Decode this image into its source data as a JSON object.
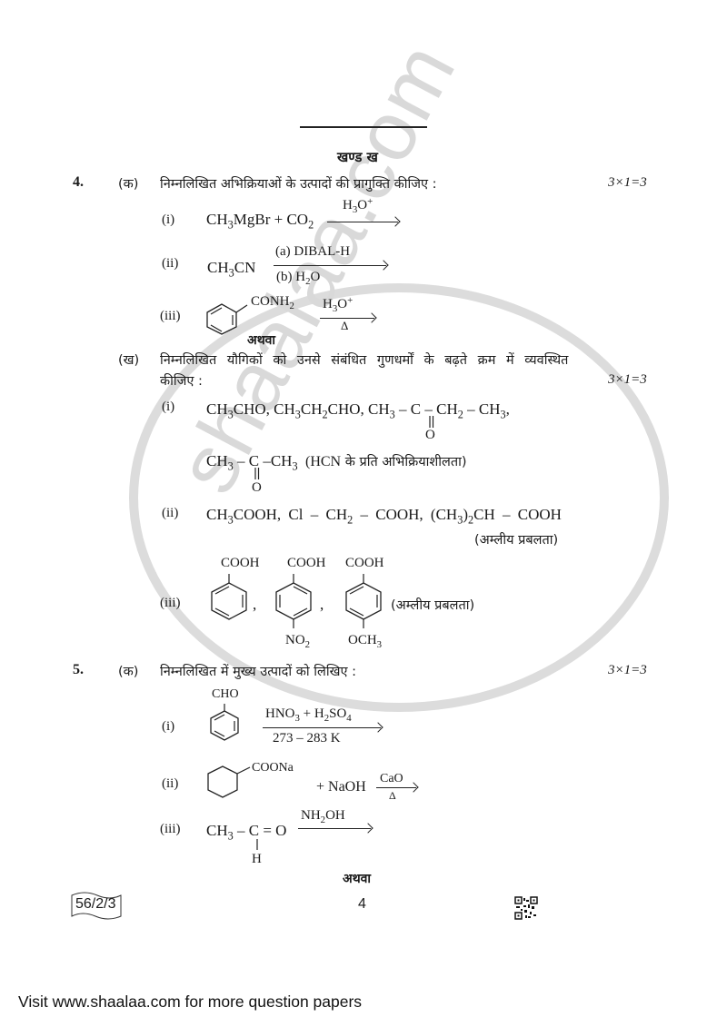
{
  "page": {
    "section_title": "खण्ड ख",
    "page_number": "4",
    "paper_code": "56/2/3",
    "footer_text": "Visit www.shaalaa.com for more question papers",
    "watermark_text": "shaalaa.com"
  },
  "questions": [
    {
      "number": "4.",
      "parts": [
        {
          "label": "(क)",
          "instruction": "निम्नलिखित अभिक्रियाओं के उत्पादों की प्रागुक्ति कीजिए :",
          "marks": "3×1=3",
          "items": [
            {
              "label": "(i)",
              "reactant": "CH3MgBr + CO2",
              "reagent_above": "H3O+",
              "reagent_below": ""
            },
            {
              "label": "(ii)",
              "reactant": "CH3CN",
              "reagent_above": "(a) DIBAL-H",
              "reagent_below": "(b) H2O"
            },
            {
              "label": "(iii)",
              "reactant": "C6H5-CONH2",
              "substituent": "CONH2",
              "reagent_above": "H3O+",
              "reagent_below": "Δ"
            }
          ]
        },
        {
          "separator": "अथवा"
        },
        {
          "label": "(ख)",
          "instruction_line1": "निम्नलिखित यौगिकों को उनसे संबंधित गुणधर्मों के बढ़ते क्रम में व्यवस्थित",
          "instruction_line2": "कीजिए :",
          "marks": "3×1=3",
          "items": [
            {
              "label": "(i)",
              "compounds": "CH3CHO, CH3CH2CHO, CH3–CO–CH2–CH3, CH3–CO–CH3",
              "property": "(HCN के प्रति अभिक्रियाशीलता)"
            },
            {
              "label": "(ii)",
              "compounds": "CH3COOH, Cl – CH2 – COOH, (CH3)2CH – COOH",
              "property": "(अम्लीय प्रबलता)"
            },
            {
              "label": "(iii)",
              "compounds": [
                "Benzoic acid (COOH)",
                "4-Nitrobenzoic acid (COOH, NO2)",
                "4-Methoxybenzoic acid (COOH, OCH3)"
              ],
              "property": "(अम्लीय प्रबलता)"
            }
          ]
        }
      ]
    },
    {
      "number": "5.",
      "parts": [
        {
          "label": "(क)",
          "instruction": "निम्नलिखित में मुख्य उत्पादों को लिखिए :",
          "marks": "3×1=3",
          "items": [
            {
              "label": "(i)",
              "reactant": "C6H5-CHO",
              "substituent": "CHO",
              "reagent_above": "HNO3 + H2SO4",
              "reagent_below": "273 – 283 K"
            },
            {
              "label": "(ii)",
              "reactant": "C6H11-COONa + NaOH",
              "substituent": "COONa",
              "reagent_above": "CaO",
              "reagent_below": "Δ"
            },
            {
              "label": "(iii)",
              "reactant": "CH3 – C(H) = O",
              "reagent_above": "NH2OH",
              "reagent_below": ""
            }
          ]
        },
        {
          "separator": "अथवा"
        }
      ]
    }
  ],
  "text": {
    "q4": "4.",
    "q5": "5.",
    "ka": "(क)",
    "kha": "(ख)",
    "i": "(i)",
    "ii": "(ii)",
    "iii": "(iii)",
    "q4ka_instr": "निम्नलिखित अभिक्रियाओं के उत्पादों की प्रागुक्ति कीजिए :",
    "q4kha_instr1": "निम्नलिखित यौगिकों को उनसे संबंधित गुणधर्मों के बढ़ते क्रम में व्यवस्थित",
    "q4kha_instr2": "कीजिए :",
    "q5ka_instr": "निम्नलिखित में मुख्य उत्पादों को लिखिए :",
    "marks": "3×1=3",
    "athva": "अथवा",
    "hcn_property": "(HCN के प्रति अभिक्रियाशीलता)",
    "acidic": "(अम्लीय प्रबलता)",
    "dibal": "(a) DIBAL-H",
    "b_h2o_b": "(b) H",
    "delta": "Δ",
    "conh2": "CONH",
    "cooh": "COOH",
    "cho": "CHO",
    "coona": "COONa",
    "naoh": "+ NaOH",
    "cao": "CaO",
    "no2": "NO",
    "och3": "OCH",
    "temp": "273 – 283 K",
    "O": "O",
    "H": "H",
    "comma": ","
  }
}
